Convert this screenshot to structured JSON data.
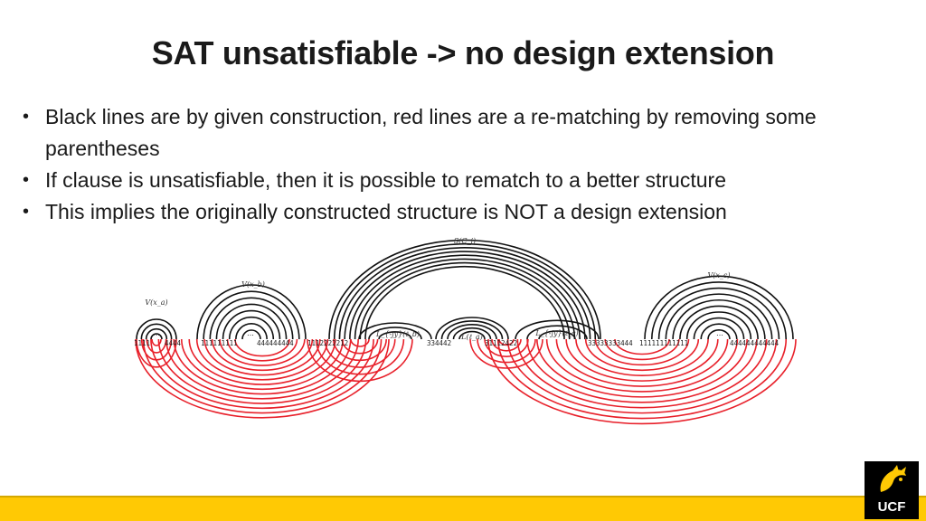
{
  "slide": {
    "title": "SAT unsatisfiable -> no design extension",
    "bullets": [
      "Black lines are by given construction, red lines are a re-matching by removing some parentheses",
      "If clause is unsatisfiable, then it is possible to rematch to a better structure",
      "This implies the originally constructed structure is NOT a design extension"
    ]
  },
  "diagram": {
    "labels": {
      "s_cj": "S(C_j)",
      "v_xa": "V(x_a)",
      "v_xb": "V(x_b)",
      "v_xc": "V(x_c)",
      "l_b": "L_{-jy}(ℓ_b)",
      "l_a": "L(ℓ_a)",
      "l_c": "L_{-jy}(ℓ_c)",
      "dots": "..."
    },
    "sequence": {
      "g1_left": "1111",
      "g1_right": "4444",
      "g2_left": "111111111",
      "g2_right": "444444444",
      "mid1": "1112222212",
      "mid2": "334442",
      "mid3": "31112422",
      "mid4": "33333333444",
      "g3_left": "111111111111",
      "g3_right": "444444444444"
    },
    "colors": {
      "black_lines": "#111111",
      "red_lines": "#e8202a"
    }
  },
  "footer": {
    "logo_text": "UCF",
    "bar_color": "#ffc904"
  }
}
